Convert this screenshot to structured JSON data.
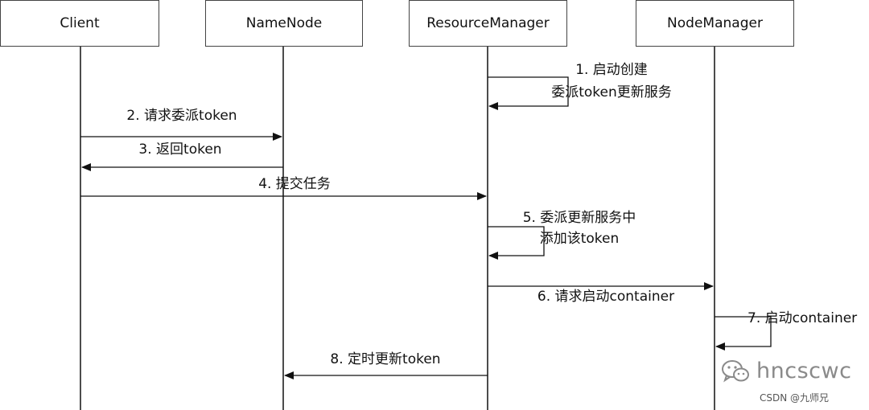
{
  "participants": [
    "Client",
    "NameNode",
    "ResourceManager",
    "NodeManager"
  ],
  "messages": [
    {
      "id": "m1",
      "lines": [
        "1. 启动创建",
        "委派token更新服务"
      ]
    },
    {
      "id": "m2",
      "lines": [
        "2. 请求委派token"
      ]
    },
    {
      "id": "m3",
      "lines": [
        "3. 返回token"
      ]
    },
    {
      "id": "m4",
      "lines": [
        "4. 提交任务"
      ]
    },
    {
      "id": "m5",
      "lines": [
        "5. 委派更新服务中",
        "添加该token"
      ]
    },
    {
      "id": "m6",
      "lines": [
        "6. 请求启动container"
      ]
    },
    {
      "id": "m7",
      "lines": [
        "7. 启动container"
      ]
    },
    {
      "id": "m8",
      "lines": [
        "8. 定时更新token"
      ]
    }
  ],
  "watermark": {
    "text": "hncscwc",
    "icon": "wechat-icon"
  },
  "credit": "CSDN @九师兄",
  "colors": {
    "line": "#111111",
    "box_border": "#444444",
    "watermark": "#8a8a8a"
  }
}
